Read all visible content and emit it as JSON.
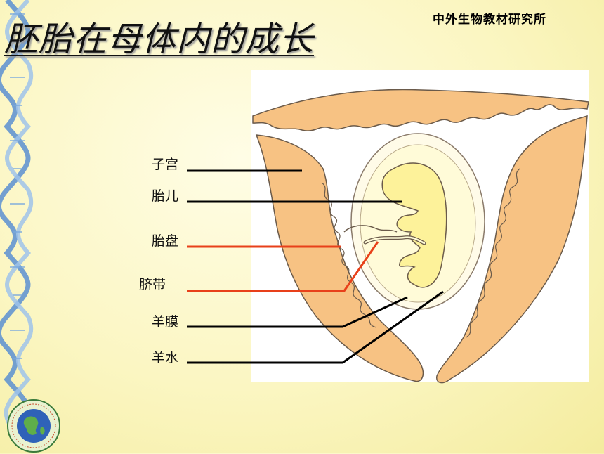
{
  "title": "胚胎在母体内的成长",
  "organization": "中外生物教材研究所",
  "labels": {
    "uterus": "子宫",
    "fetus": "胎儿",
    "placenta": "胎盘",
    "umbilical_cord": "脐带",
    "amnion": "羊膜",
    "amniotic_fluid": "羊水"
  },
  "colors": {
    "uterus_wall": "#f7c283",
    "fetus": "#fdf29a",
    "amniotic_sac": "#fffbd8",
    "outline": "#6a5a4a",
    "leader_black": "#000000",
    "leader_red": "#e8401a"
  }
}
